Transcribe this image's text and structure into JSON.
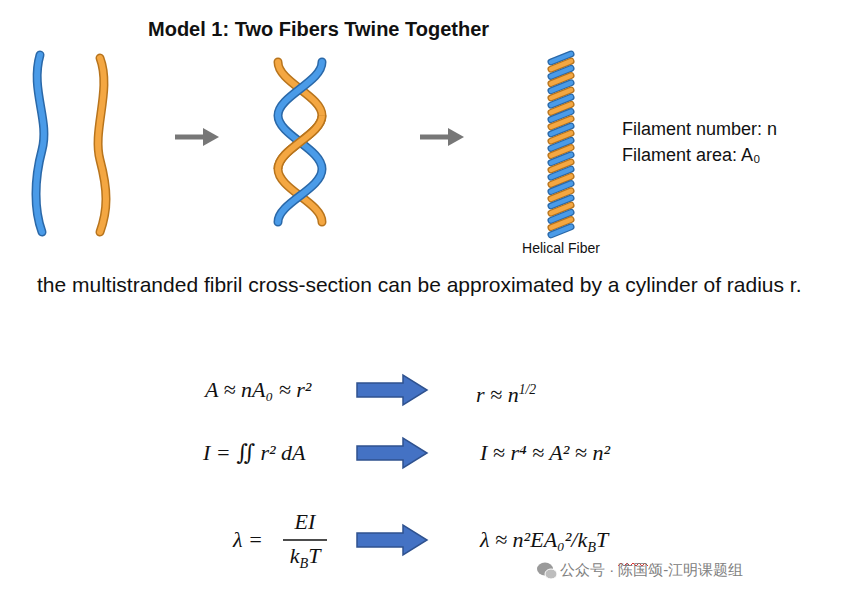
{
  "diagram": {
    "title": "Model 1: Two Fibers Twine Together",
    "labels": [
      "Helical Fiber",
      "Filament number: n",
      "Filament area: A₀",
      "the multistranded fibril cross-section can be approximated by a cylinder of radius r.",
      "A ≈ nA₀ ≈ r²",
      "r ≈ n",
      "1/2",
      "I = ∬ r² dA",
      "I ≈ r⁴ ≈ A² ≈ n²",
      "λ =",
      "EI",
      "k",
      "B",
      "T",
      "λ ≈ n²EA₀²/k",
      "B",
      "T",
      "公众号 · 陈国颂-江明课题组"
    ]
  }
}
